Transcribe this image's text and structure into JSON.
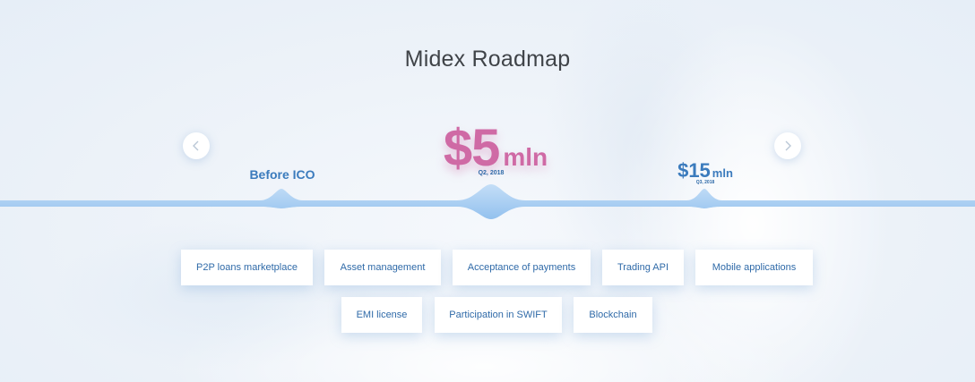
{
  "page": {
    "title": "Midex Roadmap"
  },
  "nav": {
    "prev_icon": "chevron-left-icon",
    "next_icon": "chevron-right-icon"
  },
  "milestones": {
    "before": {
      "label": "Before ICO"
    },
    "five": {
      "amount": "$5",
      "unit": "mln",
      "date": "Q2, 2018"
    },
    "fifteen": {
      "amount": "$15",
      "unit": "mln",
      "date": "Q3, 2018"
    }
  },
  "features": [
    "P2P loans marketplace",
    "Asset management",
    "Acceptance of payments",
    "Trading API",
    "Mobile applications",
    "EMI license",
    "Participation in SWIFT",
    "Blockchain"
  ],
  "colors": {
    "accent_pink": "#cf6aa5",
    "accent_blue": "#3b7bbd",
    "timeline_blue": "#a8cdf3"
  }
}
